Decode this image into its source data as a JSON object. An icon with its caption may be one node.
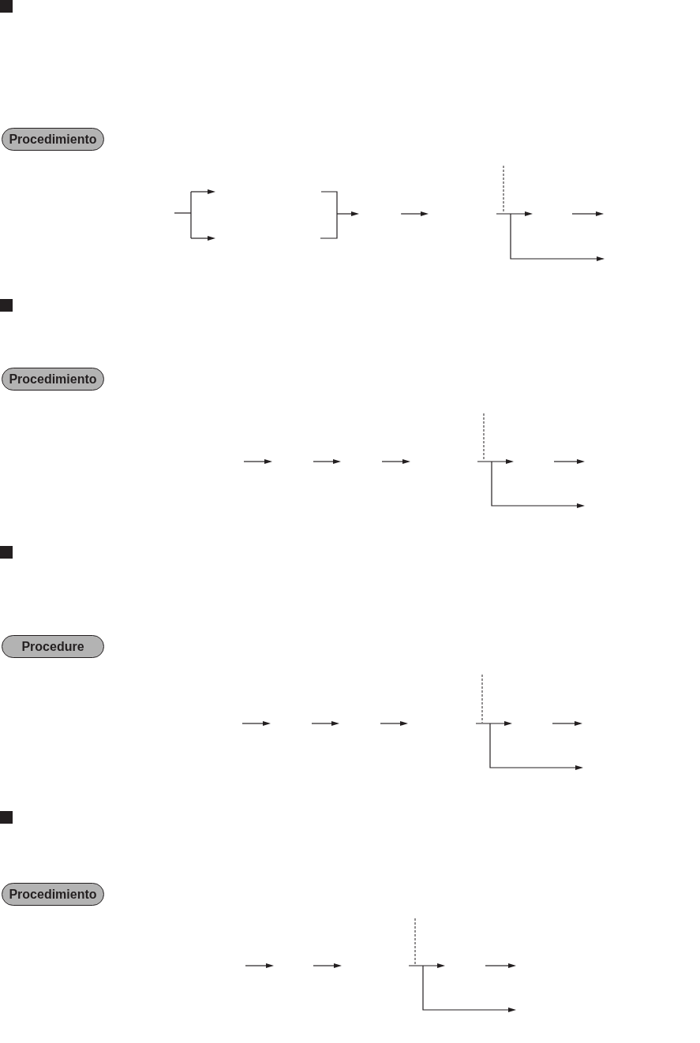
{
  "diagram": {
    "nodes": [
      {
        "text": [
          "Procedimiento"
        ]
      },
      {
        "text": [
          "Procedimiento"
        ]
      },
      {
        "text": [
          "Procedure"
        ]
      },
      {
        "text": [
          "Procedimiento"
        ]
      }
    ]
  }
}
